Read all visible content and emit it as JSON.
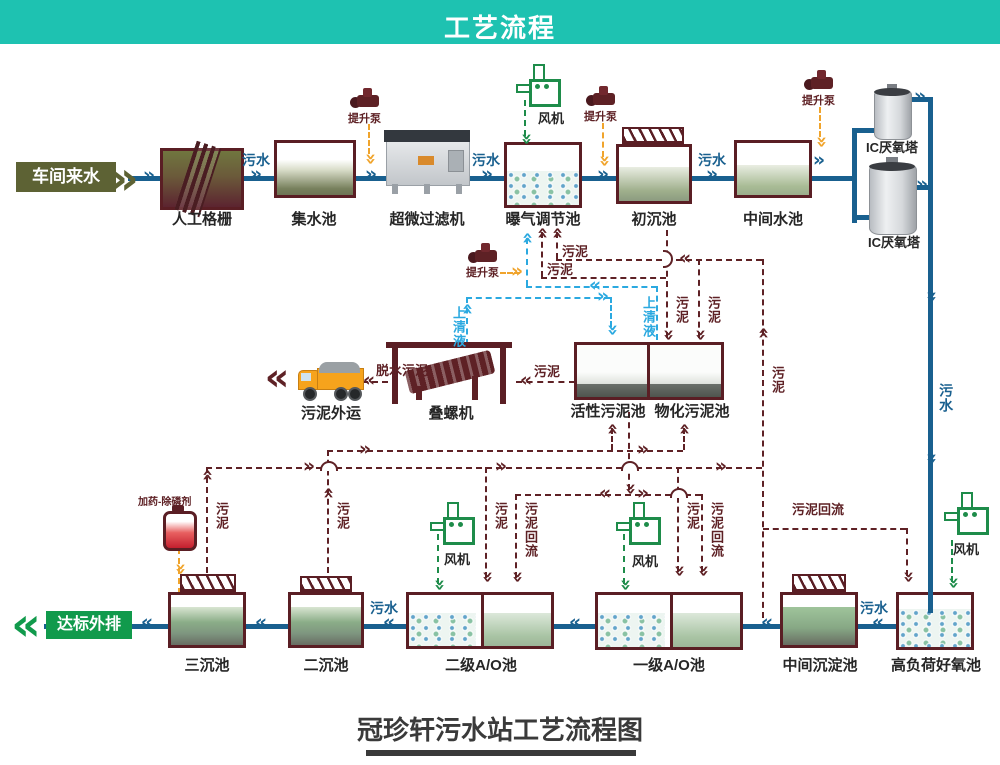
{
  "header": {
    "title": "工艺流程"
  },
  "source": {
    "label": "车间来水"
  },
  "discharge": {
    "label": "达标外排"
  },
  "sludge_out": {
    "label": "污泥外运"
  },
  "units": {
    "manual_screen": "人工格栅",
    "collection_tank": "集水池",
    "ultrafilter": "超微过滤机",
    "aeration_tank": "曝气调节池",
    "primary_sed": "初沉池",
    "intermediate_tank": "中间水池",
    "ic_tower": "IC厌氧塔",
    "screw_press": "叠螺机",
    "activated_sludge_tank": "活性污泥池",
    "physchem_sludge_tank": "物化污泥池",
    "tertiary_sed": "三沉池",
    "secondary_sed": "二沉池",
    "ao2": "二级A/O池",
    "ao1": "一级A/O池",
    "intermediate_sed": "中间沉淀池",
    "high_load_aerobic": "高负荷好氧池"
  },
  "equipment": {
    "lift_pump": "提升泵",
    "blower": "风机",
    "dosing": "加药-除磷剂"
  },
  "flows": {
    "wastewater": "污水",
    "sludge": "污泥",
    "supernatant": "上清液",
    "dewatered_sludge": "脱水污泥",
    "sludge_return": "污泥回流"
  },
  "footer": {
    "title": "冠珍轩污水站工艺流程图"
  },
  "colors": {
    "header_bg": "#1EC2B1",
    "water_line": "#19608F",
    "sludge_line": "#5E2125",
    "supernatant_line": "#2BA9E0",
    "pump_line": "#F0A42C",
    "air_line": "#1E8C4A",
    "source_green": "#5D6234",
    "discharge_green": "#119A4C"
  }
}
